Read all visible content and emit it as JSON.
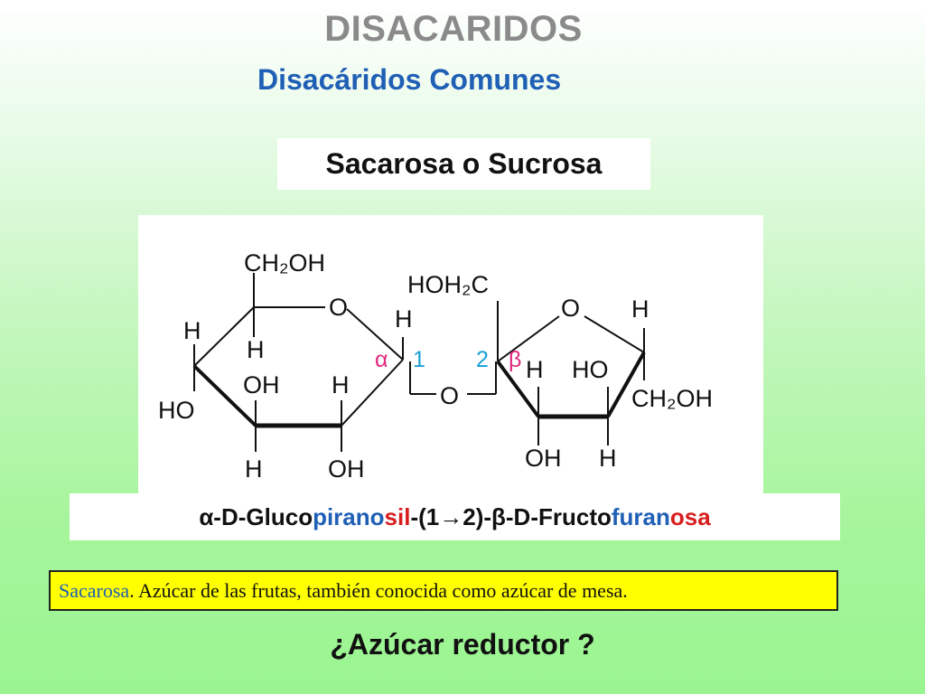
{
  "slide": {
    "title": "DISACARIDOS",
    "subtitle": "Disacáridos Comunes",
    "compound_name": "Sacarosa o Sucrosa",
    "question": "¿Azúcar reductor ?"
  },
  "structure": {
    "ch2oh_top_left": "CH₂OH",
    "hoh2c": "HOH₂C",
    "o": "O",
    "h": "H",
    "oh": "OH",
    "ho": "HO",
    "ch2oh": "CH₂OH",
    "alpha": "α",
    "beta": "β",
    "pos1": "1",
    "pos2": "2",
    "colors": {
      "alpha": "#e0287d",
      "beta": "#e0287d",
      "pos1": "#1aa0d8",
      "pos2": "#1aa0d8"
    }
  },
  "iupac": {
    "part1": "α-D-Gluco",
    "part2": "piranosil",
    "part3": "-(1",
    "arrow": "→",
    "part4": "2)-β-D-Fructo",
    "part5": "furanosa"
  },
  "note": {
    "term": "Sacarosa",
    "text": ". Azúcar de las frutas, también conocida como azúcar de mesa."
  },
  "colors": {
    "title": "#8a8a8a",
    "accent_blue": "#1f5fb5",
    "accent_red": "#d81e1e",
    "note_background": "#ffff00"
  }
}
